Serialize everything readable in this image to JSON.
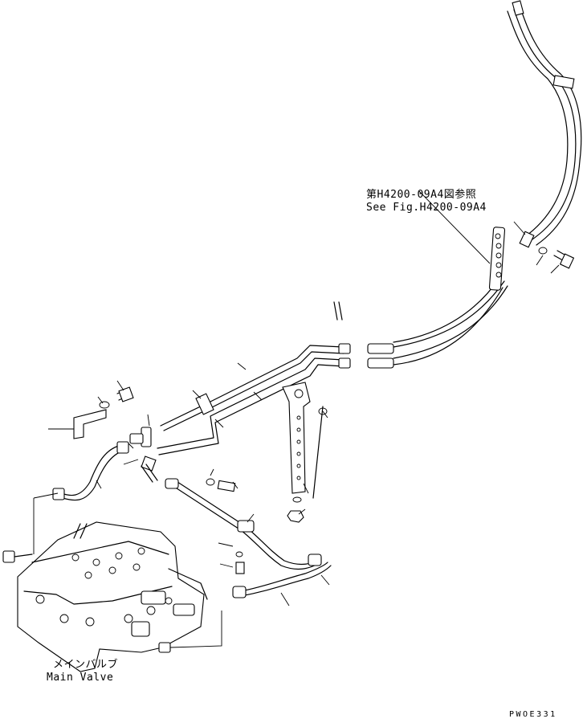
{
  "labels": {
    "ref_jp": "第H4200-09A4図参照",
    "ref_en": "See Fig.H4200-09A4",
    "main_valve_jp": "メインバルブ",
    "main_valve_en": "Main Valve",
    "drawing_code": "PWOE331"
  }
}
